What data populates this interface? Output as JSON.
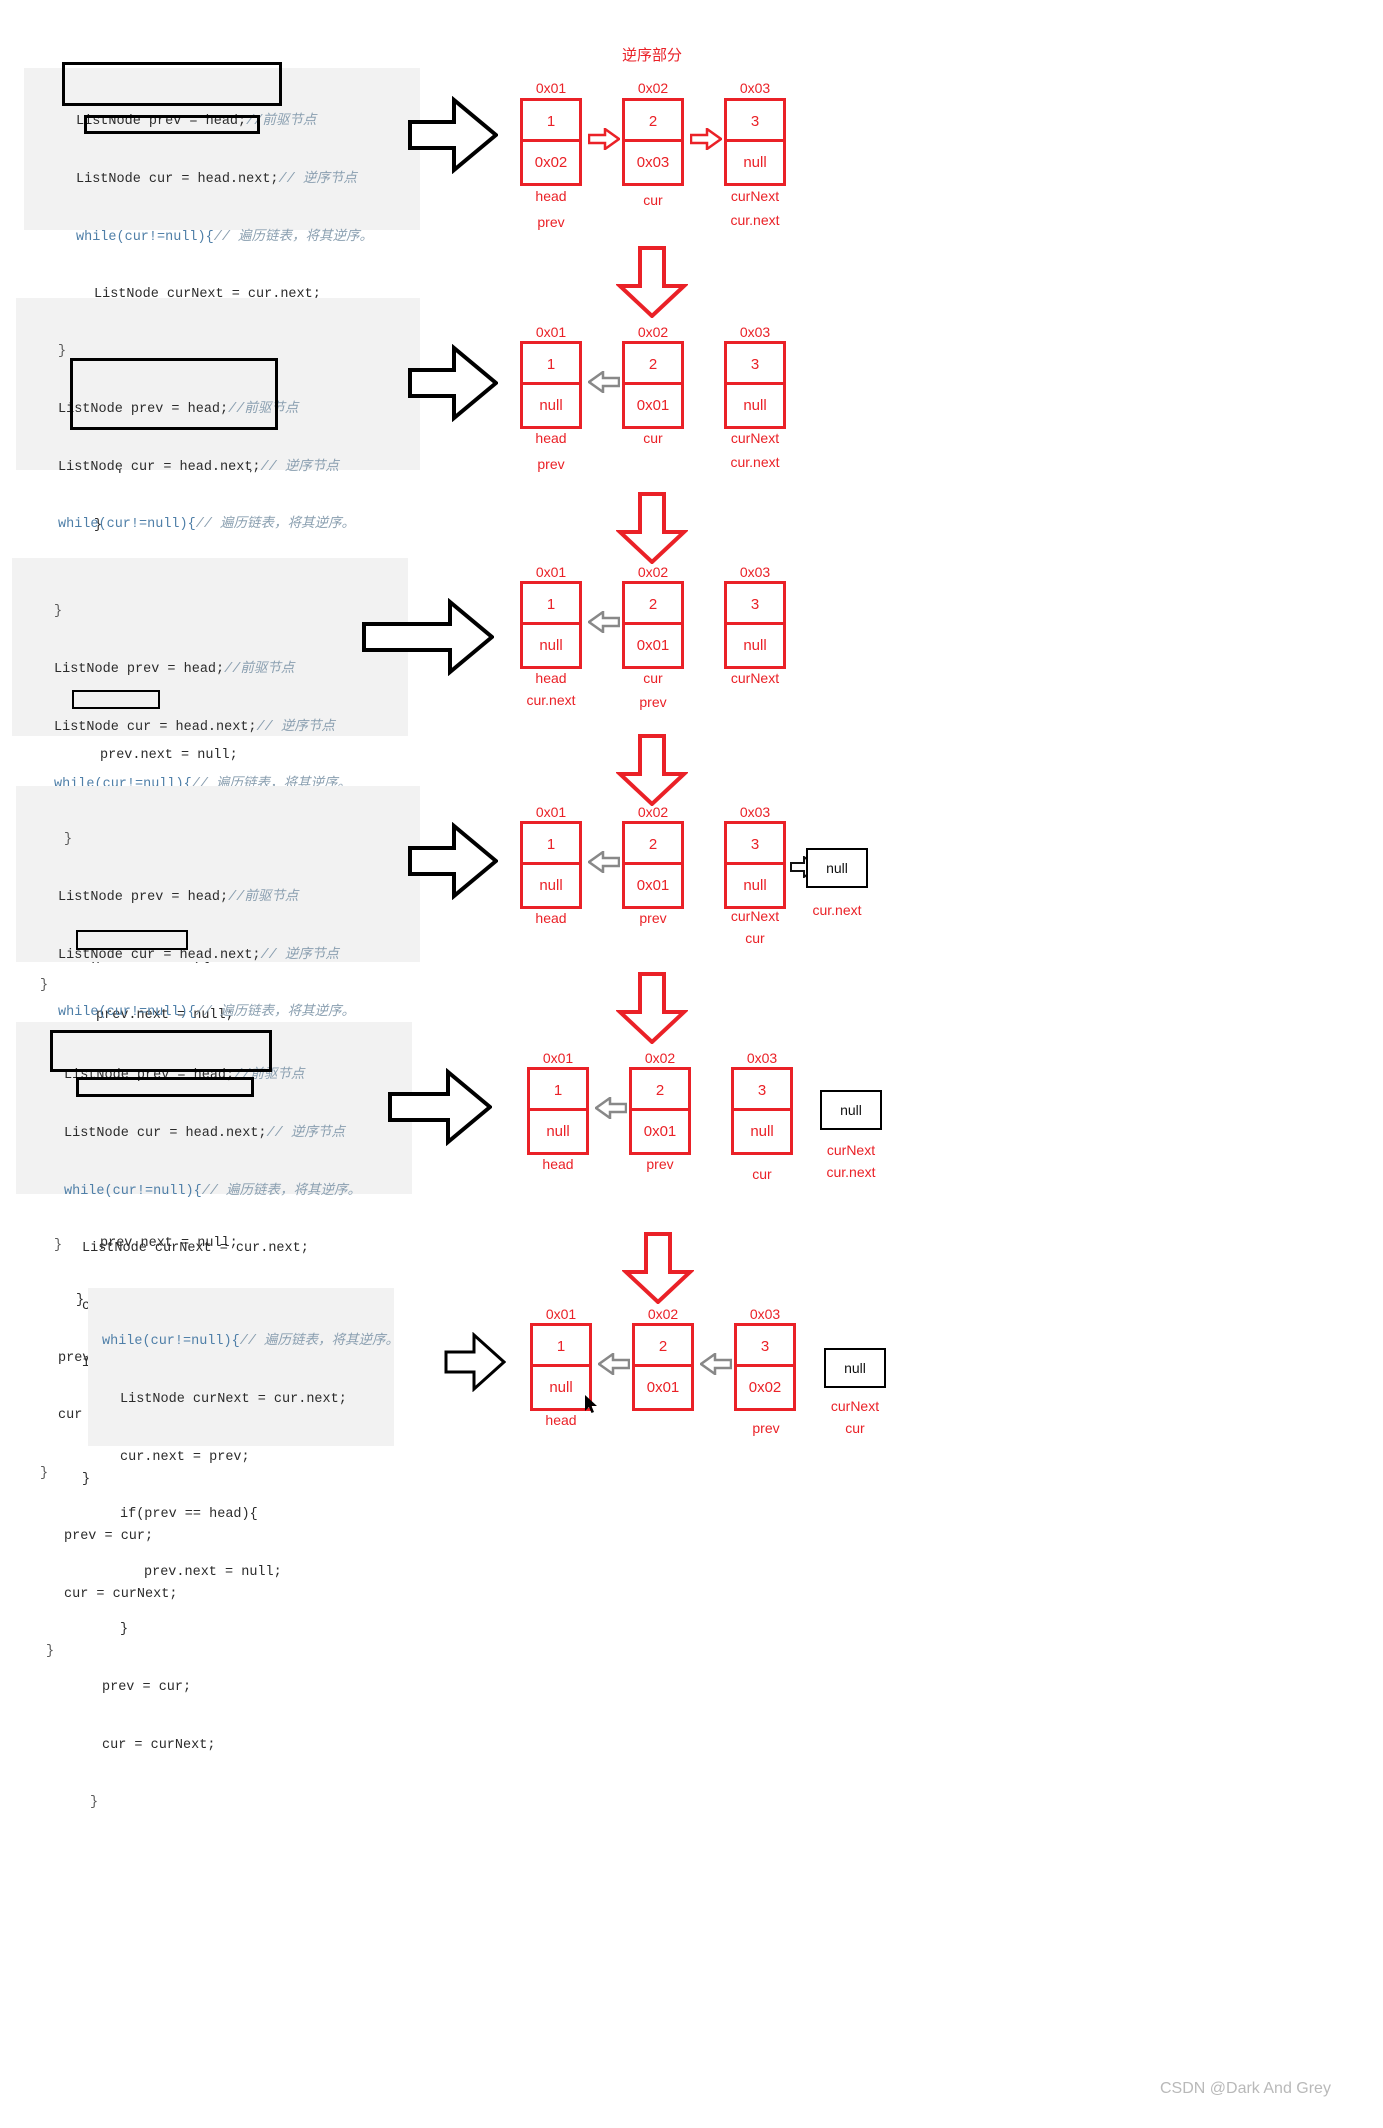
{
  "page": {
    "title_cn": "逆序部分",
    "watermark": "CSDN @Dark And Grey"
  },
  "code": {
    "lines": {
      "decl_prev": "ListNode prev = head;",
      "cmt_prev": "//前驱节点",
      "decl_cur": "ListNode cur = head.next;",
      "cmt_cur": "// 逆序节点",
      "while_head": "while(cur!=null){",
      "cmt_while": "// 遍历链表，将其逆序。",
      "decl_curnext": "ListNode curNext = cur.next;",
      "assign_curnext": "cur.next = prev;",
      "if_head": "if(prev == head){",
      "assign_prevnext": "prev.next = null;",
      "brace_close_if": "}",
      "assign_prev": "prev = cur;",
      "assign_cur": "cur = curNext;",
      "brace_close_while": "}"
    }
  },
  "steps": [
    {
      "id": "step-1",
      "highlight_desc": [
        "ListNode prev = head; ListNode cur = head.next;",
        "ListNode curNext = cur.next;"
      ],
      "nodes": [
        {
          "addr": "0x01",
          "value": "1",
          "next": "0x02",
          "labels": [
            "head",
            "prev"
          ]
        },
        {
          "addr": "0x02",
          "value": "2",
          "next": "0x03",
          "labels": [
            "cur"
          ]
        },
        {
          "addr": "0x03",
          "value": "3",
          "next": "null",
          "labels": [
            "curNext",
            "cur.next"
          ]
        }
      ],
      "links": [
        "right",
        "right"
      ]
    },
    {
      "id": "step-2",
      "highlight_desc": [
        "ListNode curNext = cur.next; cur.next = prev; if(prev == head){ prev.next = null; }"
      ],
      "nodes": [
        {
          "addr": "0x01",
          "value": "1",
          "next": "null",
          "labels": [
            "head",
            "prev"
          ]
        },
        {
          "addr": "0x02",
          "value": "2",
          "next": "0x01",
          "labels": [
            "cur"
          ]
        },
        {
          "addr": "0x03",
          "value": "3",
          "next": "null",
          "labels": [
            "curNext",
            "cur.next"
          ]
        }
      ],
      "links": [
        "left",
        "none"
      ]
    },
    {
      "id": "step-3",
      "highlight_desc": [
        "prev = cur;"
      ],
      "nodes": [
        {
          "addr": "0x01",
          "value": "1",
          "next": "null",
          "labels": [
            "head",
            "cur.next"
          ]
        },
        {
          "addr": "0x02",
          "value": "2",
          "next": "0x01",
          "labels": [
            "cur",
            "prev"
          ]
        },
        {
          "addr": "0x03",
          "value": "3",
          "next": "null",
          "labels": [
            "curNext"
          ]
        }
      ],
      "links": [
        "left",
        "none"
      ]
    },
    {
      "id": "step-4",
      "highlight_desc": [
        "cur = curNext;"
      ],
      "nodes": [
        {
          "addr": "0x01",
          "value": "1",
          "next": "null",
          "labels": [
            "head"
          ]
        },
        {
          "addr": "0x02",
          "value": "2",
          "next": "0x01",
          "labels": [
            "prev"
          ]
        },
        {
          "addr": "0x03",
          "value": "3",
          "next": "null",
          "labels": [
            "curNext",
            "cur"
          ]
        }
      ],
      "links": [
        "left",
        "none"
      ],
      "extra_box": {
        "value": "null",
        "label": "cur.next"
      }
    },
    {
      "id": "step-5",
      "highlight_desc": [
        "ListNode prev = head; ListNode cur = head.next;",
        "ListNode curNext = cur.next;"
      ],
      "nodes": [
        {
          "addr": "0x01",
          "value": "1",
          "next": "null",
          "labels": [
            "head"
          ]
        },
        {
          "addr": "0x02",
          "value": "2",
          "next": "0x01",
          "labels": [
            "prev"
          ]
        },
        {
          "addr": "0x03",
          "value": "3",
          "next": "null",
          "labels": [
            "cur"
          ]
        }
      ],
      "links": [
        "left",
        "none"
      ],
      "extra_box": {
        "value": "null",
        "labels": [
          "curNext",
          "cur.next"
        ]
      }
    },
    {
      "id": "step-6",
      "highlight_desc": [],
      "nodes": [
        {
          "addr": "0x01",
          "value": "1",
          "next": "null",
          "labels": [
            "head"
          ]
        },
        {
          "addr": "0x02",
          "value": "2",
          "next": "0x01",
          "labels": [
            "prev"
          ]
        },
        {
          "addr": "0x03",
          "value": "3",
          "next": "0x02",
          "labels": []
        }
      ],
      "links": [
        "left",
        "left"
      ],
      "extra_box": {
        "value": "null",
        "labels": [
          "curNext",
          "cur"
        ]
      }
    }
  ]
}
